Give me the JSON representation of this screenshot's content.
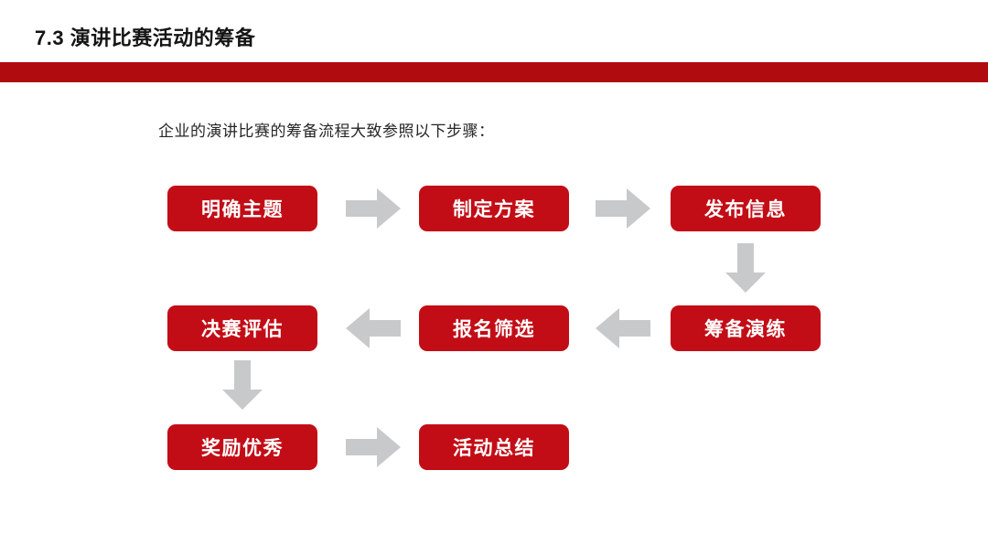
{
  "slide": {
    "title": "7.3 演讲比赛活动的筹备",
    "intro": "企业的演讲比赛的筹备流程大致参照以下步骤：",
    "colors": {
      "accent_bar": "#b00b0f",
      "node_background": "#c30d16",
      "node_text": "#ffffff",
      "arrow": "#c8c9ca",
      "title_text": "#141414",
      "body_text": "#262626",
      "background": "#ffffff"
    }
  },
  "flow": {
    "nodes": [
      {
        "label": "明确主题",
        "step": 1
      },
      {
        "label": "制定方案",
        "step": 2
      },
      {
        "label": "发布信息",
        "step": 3
      },
      {
        "label": "筹备演练",
        "step": 4
      },
      {
        "label": "报名筛选",
        "step": 5
      },
      {
        "label": "决赛评估",
        "step": 6
      },
      {
        "label": "奖励优秀",
        "step": 7
      },
      {
        "label": "活动总结",
        "step": 8
      }
    ],
    "connections": [
      {
        "from": "明确主题",
        "to": "制定方案",
        "direction": "right"
      },
      {
        "from": "制定方案",
        "to": "发布信息",
        "direction": "right"
      },
      {
        "from": "发布信息",
        "to": "筹备演练",
        "direction": "down"
      },
      {
        "from": "筹备演练",
        "to": "报名筛选",
        "direction": "left"
      },
      {
        "from": "报名筛选",
        "to": "决赛评估",
        "direction": "left"
      },
      {
        "from": "决赛评估",
        "to": "奖励优秀",
        "direction": "down"
      },
      {
        "from": "奖励优秀",
        "to": "活动总结",
        "direction": "right"
      }
    ]
  }
}
